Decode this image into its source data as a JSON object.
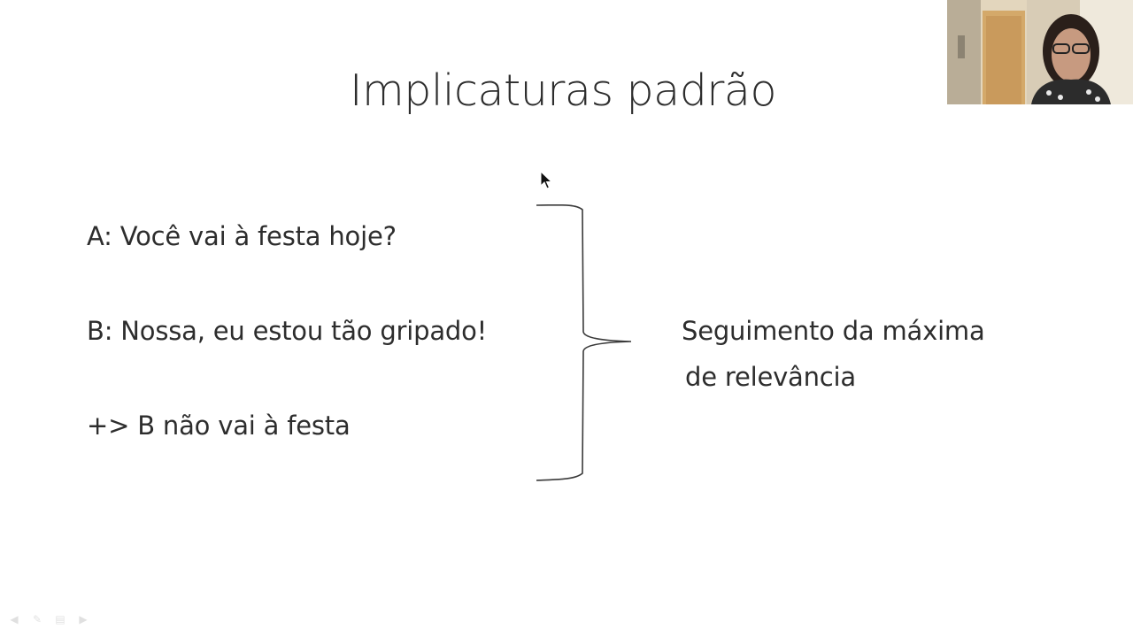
{
  "slide": {
    "title": "Implicaturas padrão",
    "lines": [
      "A: Você vai à festa hoje?",
      "B: Nossa, eu estou tão gripado!",
      "+> B não vai à festa"
    ],
    "conclusion": [
      "Seguimento da máxima",
      "de relevância"
    ]
  },
  "icons": {
    "cursor": "mouse-pointer-icon",
    "nav_previous": "arrow-left-icon",
    "nav_pen": "pen-icon",
    "nav_menu": "slides-menu-icon",
    "nav_next": "arrow-right-icon"
  },
  "colors": {
    "background": "#ffffff",
    "text": "#2d2d2d"
  }
}
